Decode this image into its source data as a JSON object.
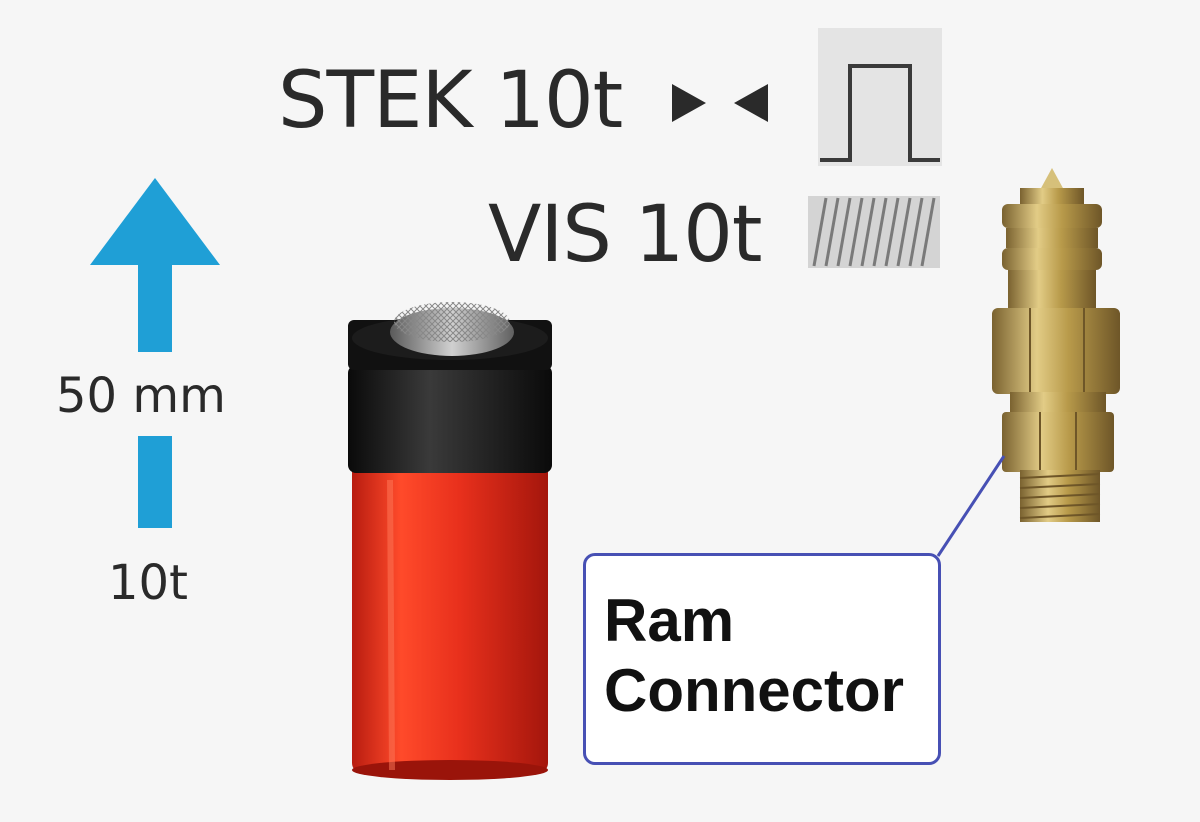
{
  "labels": {
    "stek": "STEK 10t",
    "vis": "VIS 10t",
    "stroke": "50 mm",
    "force": "10t"
  },
  "callout": {
    "line1": "Ram",
    "line2": "Connector"
  },
  "icons": {
    "plug": "plug-icon",
    "thread": "thread-icon",
    "arrow": "up-arrow-icon",
    "pointer": "pointer-triangles-icon"
  },
  "colors": {
    "arrow": "#1f9fd6",
    "ram_body": "#e8301c",
    "ram_collar": "#1a1a1a",
    "connector": "#b89a4a",
    "callout_border": "#4750b4"
  }
}
